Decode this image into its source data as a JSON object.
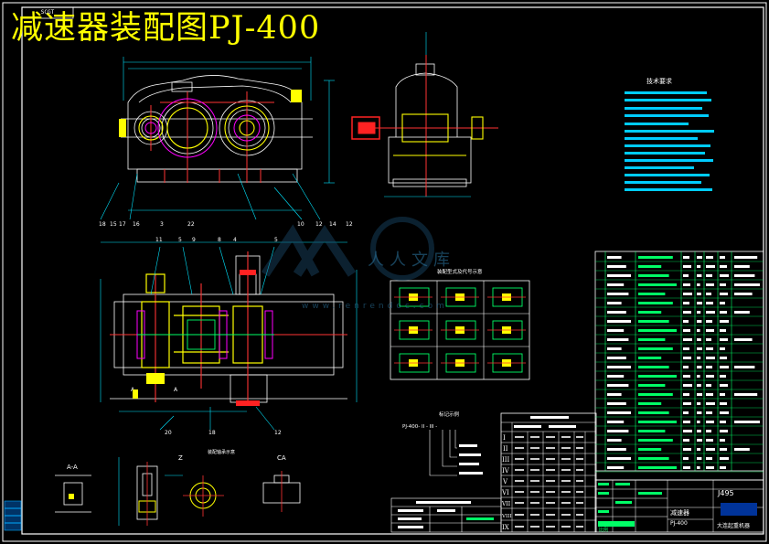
{
  "drawing": {
    "title": "减速器装配图PJ-400",
    "sheet_code": "SCGT",
    "watermark": {
      "main": "人人文库",
      "sub": "www.renrendoc.com"
    },
    "views": {
      "section_aa": "A-A",
      "view_z": "Z",
      "view_ca": "CA"
    },
    "title_block": {
      "drawing_no": "J495",
      "name": "减速器",
      "model": "PJ-400",
      "company": "大连起重机器",
      "scale_label": "比例"
    },
    "roman_rows": [
      "I",
      "II",
      "III",
      "IV",
      "V",
      "VI",
      "VII",
      "VIII",
      "IX"
    ]
  }
}
